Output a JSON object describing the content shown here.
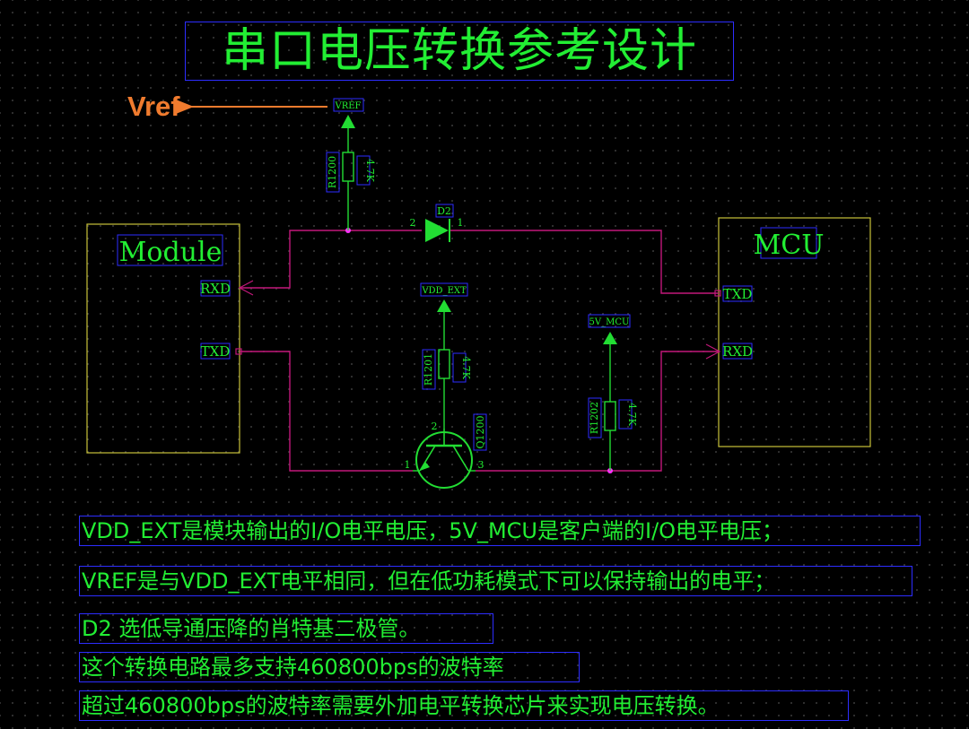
{
  "title": "串口电压转换参考设计",
  "vref_callout": "Vref",
  "nets": {
    "vref": "VREF",
    "vdd_ext": "VDD_EXT",
    "v5_mcu": "5V_MCU"
  },
  "components": {
    "r1200": {
      "ref": "R1200",
      "value": "4.7K"
    },
    "r1201": {
      "ref": "R1201",
      "value": "4.7K"
    },
    "r1202": {
      "ref": "R1202",
      "value": "4.7K"
    },
    "d2": {
      "ref": "D2",
      "pin_anode": "2",
      "pin_cathode": "1"
    },
    "q1200": {
      "ref": "Q1200",
      "pin_base": "2",
      "pin_emitter": "1",
      "pin_collector": "3"
    }
  },
  "blocks": {
    "module": {
      "name": "Module",
      "rxd": "RXD",
      "txd": "TXD"
    },
    "mcu": {
      "name": "MCU",
      "txd": "TXD",
      "rxd": "RXD"
    }
  },
  "notes": [
    "VDD_EXT是模块输出的I/O电平电压，5V_MCU是客户端的I/O电平电压；",
    "VREF是与VDD_EXT电平相同，但在低功耗模式下可以保持输出的电平；",
    "D2 选低导通压降的肖特基二极管。",
    "这个转换电路最多支持460800bps的波特率",
    "超过460800bps的波特率需要外加电平转换芯片来实现电压转换。"
  ],
  "colors": {
    "wire": "#c2187a",
    "component": "#22dd33",
    "label_box": "#2d2dff",
    "block_border": "#c8c23a",
    "callout": "#f07b2e",
    "junction": "#ff33ff"
  }
}
